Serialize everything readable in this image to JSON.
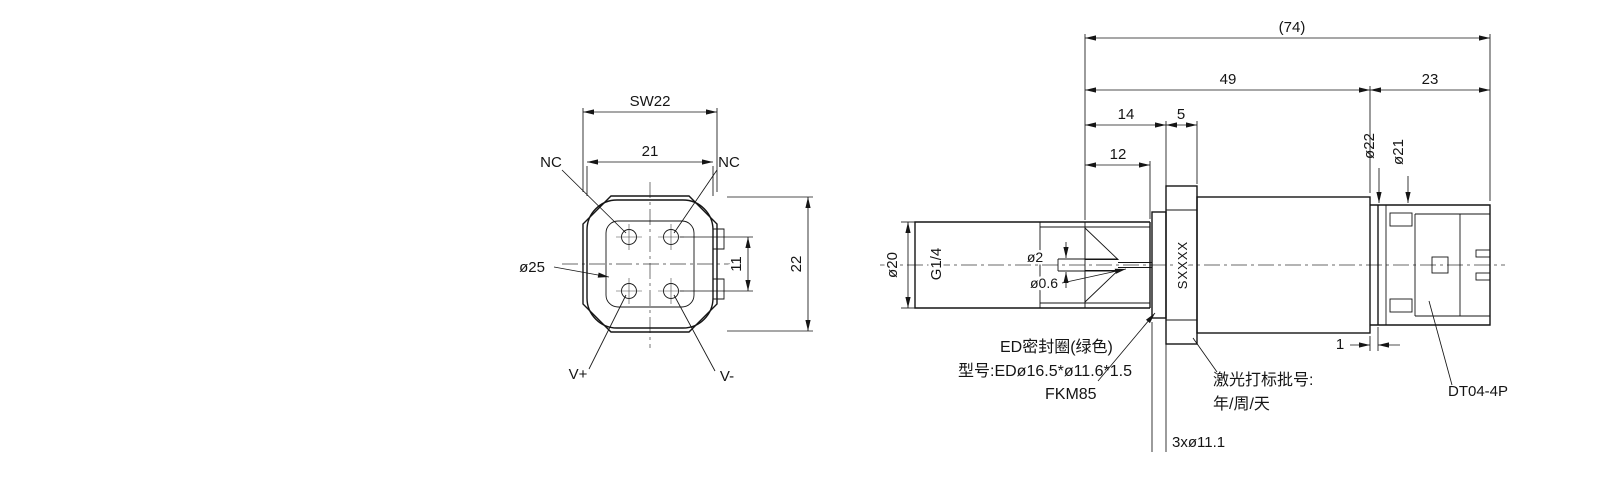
{
  "colors": {
    "line": "#151515",
    "background": "#ffffff"
  },
  "front": {
    "sw22": "SW22",
    "dim21": "21",
    "nc_left": "NC",
    "nc_right": "NC",
    "dia25": "ø25",
    "dim11": "11",
    "dim22": "22",
    "v_plus": "V+",
    "v_minus": "V-"
  },
  "side": {
    "dim74": "(74)",
    "dim49": "49",
    "dim23": "23",
    "dim14": "14",
    "dim5": "5",
    "dim12": "12",
    "dia22": "ø22",
    "dia21": "ø21",
    "dia20": "ø20",
    "thread": "G1/4",
    "dia2": "ø2",
    "dia06": "ø0.6",
    "dim1": "1",
    "marking": "SXXXX",
    "holes": "3xø11.1",
    "connector": "DT04-4P"
  },
  "notes": {
    "seal_line1": "ED密封圈(绿色)",
    "seal_line2": "型号:EDø16.5*ø11.6*1.5",
    "seal_line3": "FKM85",
    "laser_line1": "激光打标批号:",
    "laser_line2": "年/周/天"
  }
}
